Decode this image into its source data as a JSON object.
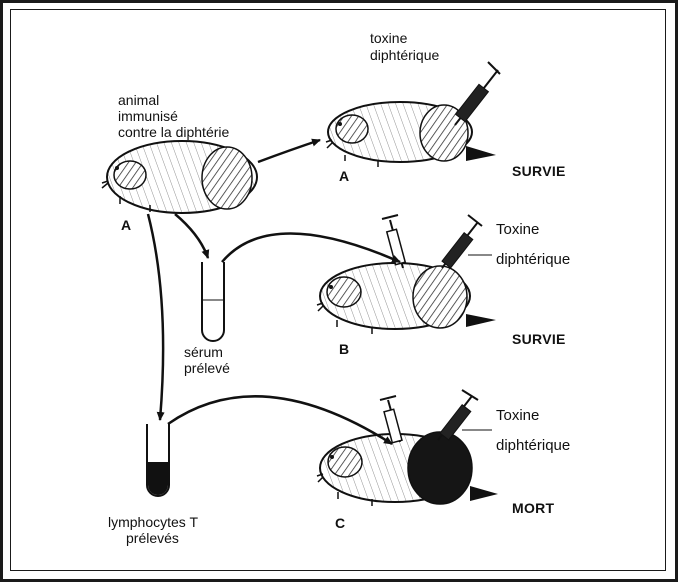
{
  "labels": {
    "animal": [
      "animal",
      "immunisé",
      "contre la diphtérie"
    ],
    "toxin_top": [
      "toxine",
      "diphtérique"
    ],
    "toxin_b": [
      "Toxine",
      "diphtérique"
    ],
    "toxin_c": [
      "Toxine",
      "diphtérique"
    ],
    "serum": [
      "sérum",
      "prélevé"
    ],
    "lymphocytes": [
      "lymphocytes T",
      "prélevés"
    ],
    "letter_a_donor": "A",
    "letter_a_recipient": "A",
    "letter_b": "B",
    "letter_c": "C",
    "outcome_a": "SURVIE",
    "outcome_b": "SURVIE",
    "outcome_c": "MORT"
  }
}
